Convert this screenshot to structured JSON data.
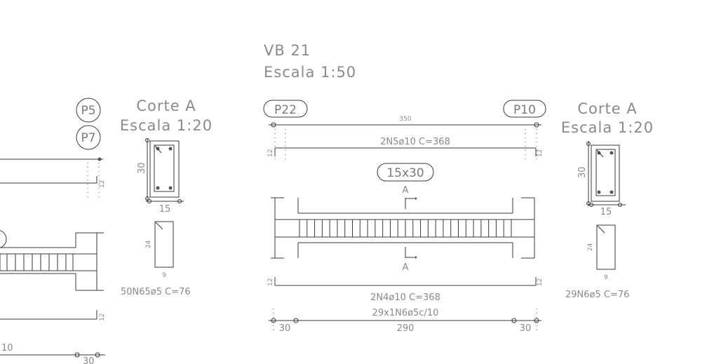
{
  "drawing": {
    "title": "VB 21",
    "title_scale": "Escala 1:50",
    "section_title": "Corte A",
    "section_scale": "Escala 1:20",
    "left_labels": {
      "support_top": "P5",
      "support_bottom": "P7",
      "section_height": "30",
      "section_width": "15",
      "stirrup_height": "24",
      "stirrup_width": "9",
      "stirrup_spec": "50N65ø5 C=76",
      "hook_mark_1": "12",
      "hook_mark_2": "12",
      "bottom_value": "10",
      "bottom_end": "30"
    },
    "main_beam": {
      "support_left": "P22",
      "support_right": "P10",
      "span": "350",
      "top_bar": "2N5ø10 C=368",
      "section_tag": "15x30",
      "cut_mark": "A",
      "bottom_bar": "2N4ø10 C=368",
      "stirrups": "29x1N6ø5c/10",
      "dim_left": "30",
      "dim_mid": "290",
      "dim_right": "30",
      "hook": "12"
    },
    "right_section": {
      "section_height": "30",
      "section_width": "15",
      "stirrup_height": "24",
      "stirrup_width": "9",
      "stirrup_spec": "29N6ø5 C=76"
    }
  }
}
